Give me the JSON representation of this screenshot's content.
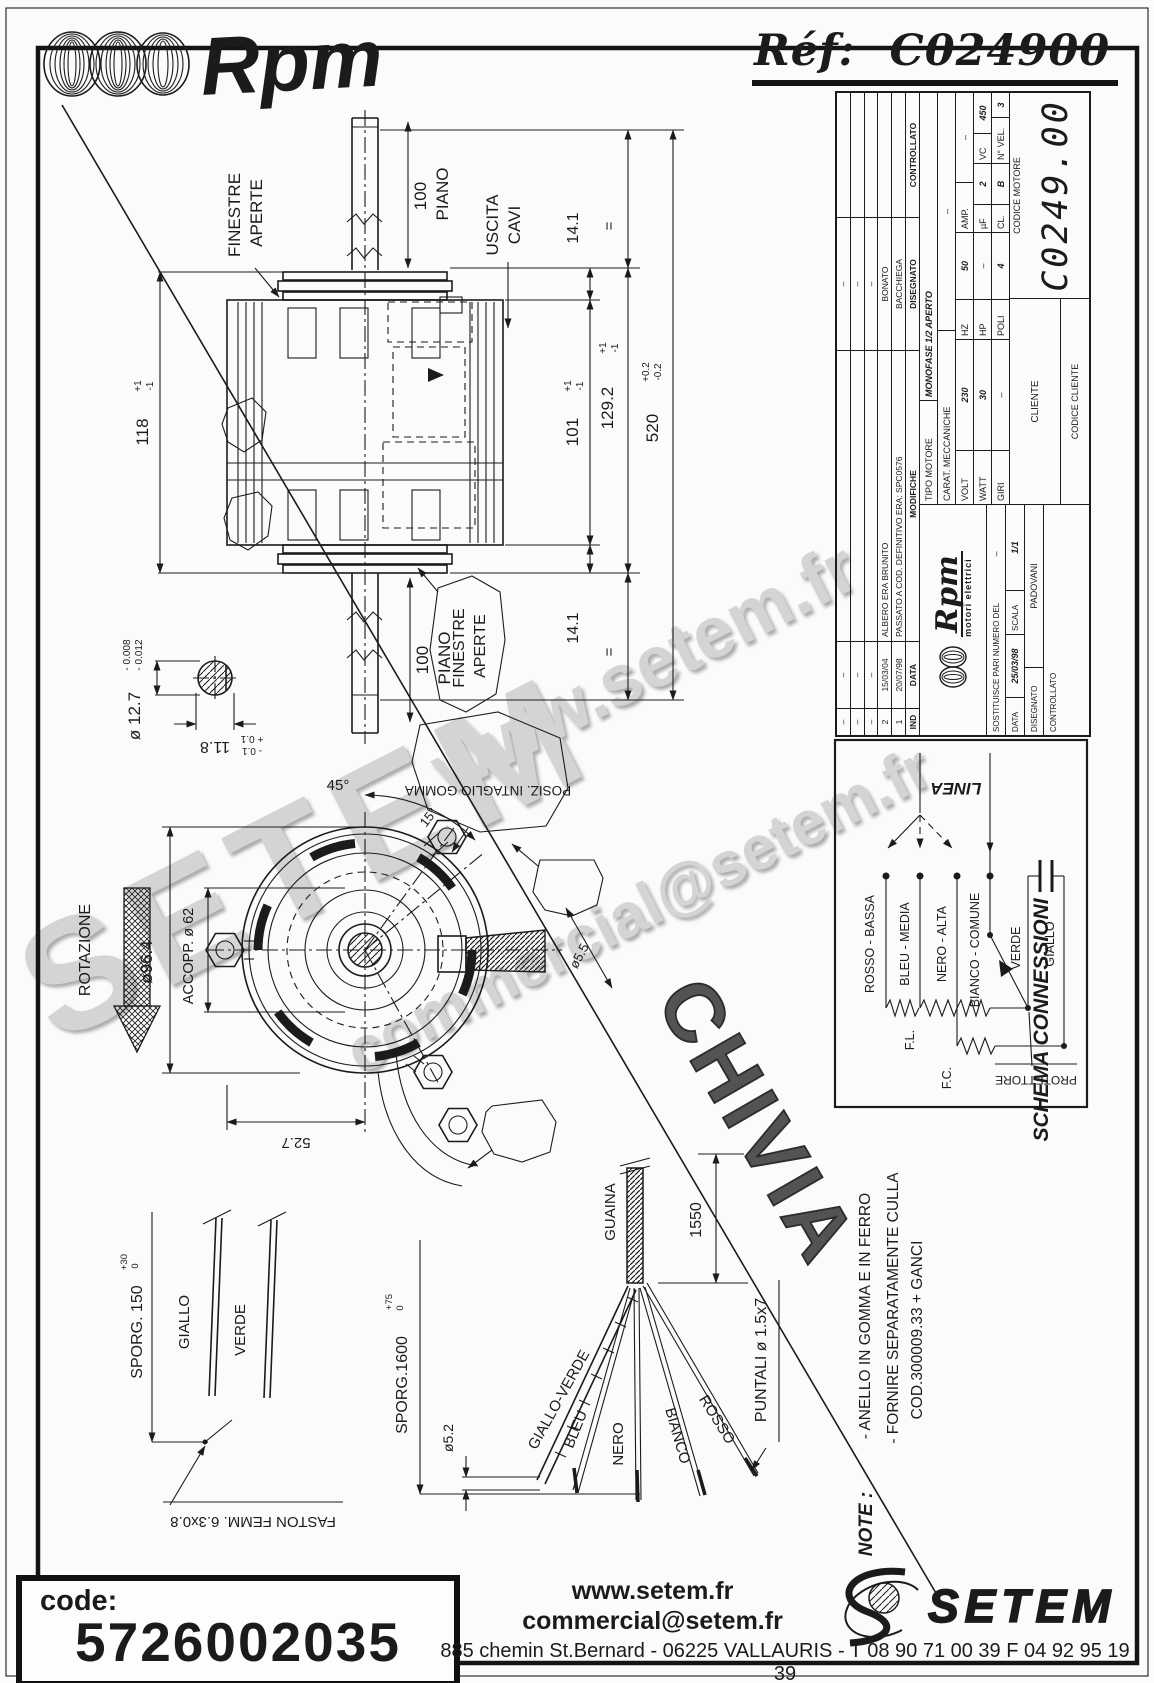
{
  "header": {
    "brand": "Rpm",
    "ref_label": "Réf:",
    "ref_value": "C024900"
  },
  "title_block": {
    "revisions": {
      "col_ind": "IND",
      "col_data": "DATA",
      "col_desc": "MODIFICHE",
      "col_sig1": "DISEGNATO",
      "col_sig2": "CONTROLLATO",
      "rows": [
        {
          "ind": "–",
          "date": "–",
          "desc": "",
          "sig1": "–",
          "sig2": ""
        },
        {
          "ind": "–",
          "date": "–",
          "desc": "",
          "sig1": "–",
          "sig2": ""
        },
        {
          "ind": "–",
          "date": "–",
          "desc": "",
          "sig1": "–",
          "sig2": ""
        },
        {
          "ind": "2",
          "date": "15/03/04",
          "desc": "ALBERO ERA BRUNITO",
          "sig1": "BONATO",
          "sig2": ""
        },
        {
          "ind": "1",
          "date": "20/07/98",
          "desc": "PASSATO A COD. DEFINITIVO ERA: SPC0576",
          "sig1": "BACCHIEGA",
          "sig2": ""
        }
      ]
    },
    "tipo_motore_label": "TIPO MOTORE",
    "tipo_motore_value": "MONOFASE 1/2 APERTO",
    "carat_label": "CARAT. MECCANICHE",
    "carat_value": "–",
    "electrical": {
      "volt_label": "VOLT",
      "volt": "230",
      "hz_label": "HZ",
      "hz": "50",
      "amp_label": "AMP.",
      "amp": "–",
      "watt_label": "WATT",
      "watt": "30",
      "hp_label": "HP",
      "hp": "–",
      "uf_label": "µF",
      "uf": "2",
      "vc_label": "VC",
      "vc": "450",
      "giri_label": "GIRI",
      "giri": "–",
      "poli_label": "POLI",
      "poli": "4",
      "cl_label": "CL.",
      "cl": "B",
      "vel_label": "N° VEL.",
      "vel": "3"
    },
    "logo_text": "Rpm",
    "logo_sub": "motori elettrici",
    "sostituisce_label": "SOSTITUISCE PARI NUMERO DEL",
    "sostituisce_value": "–",
    "data_label": "DATA",
    "data_value": "25/03/98",
    "scala_label": "SCALA",
    "scala_value": "1/1",
    "disegnato_label": "DISEGNATO",
    "disegnato_value": "PADOVANI",
    "controllato_label": "CONTROLLATO",
    "cliente_label": "CLIENTE",
    "codice_cliente_label": "CODICE CLIENTE",
    "codice_motore_label": "CODICE MOTORE",
    "codice_motore_value": "C0249.00"
  },
  "schema": {
    "title": "SCHEMA CONNESSIONI",
    "linea": "LINEA",
    "rosso_bassa": "ROSSO - BASSA",
    "bleu_media": "BLEU - MEDIA",
    "nero_alta": "NERO - ALTA",
    "bianco_comune": "BIANCO - COMUNE",
    "verde": "VERDE",
    "giallo": "GIALLO",
    "fl": "F.L.",
    "fc": "F.C.",
    "protettore": "PROTETTORE"
  },
  "drawing": {
    "finestre1": "FINESTRE",
    "finestre2": "APERTE",
    "uscita1": "USCITA",
    "uscita2": "CAVI",
    "d100": "100",
    "piano": "PIANO",
    "d14_1": "14.1",
    "eq": "=",
    "d101": "101",
    "d129_2": "129.2",
    "d520": "520",
    "tol_p1": "+1",
    "tol_m1": "-1",
    "tol_p02": "+0.2",
    "tol_m02": "-0.2",
    "d118": "118",
    "dia12_7": "ø 12.7",
    "tol_m0008": "- 0.008",
    "tol_m0012": "- 0.012",
    "d11_8": "11.8",
    "tol_p01": "+ 0.1",
    "tol_m01": "- 0.1",
    "rotazione": "ROTAZIONE",
    "dia96_4": "ø96.4",
    "accopp": "ACCOPP. ø 62",
    "deg45": "45°",
    "deg15": "15°",
    "posiz": "POSIZ. INTAGLIO GOMMA",
    "d52_7": "52.7",
    "dia5_5": "ø5.5",
    "sporg150": "SPORG. 150",
    "tol_p30": "+30",
    "tol_0": "0",
    "giallo": "GIALLO",
    "verde": "VERDE",
    "faston": "FASTON FEMM. 6.3x0.8",
    "sporg1600": "SPORG.1600",
    "tol_p75": "+75",
    "dia5_2": "ø5.2",
    "guaina": "GUAINA",
    "d1550": "1550",
    "giallo_verde": "GIALLO-VERDE",
    "bleu": "BLEU",
    "nero": "NERO",
    "bianco": "BIANCO",
    "rosso": "ROSSO",
    "puntali": "PUNTALI ø 1.5x7",
    "note_label": "NOTE :",
    "note1": "- ANELLO IN GOMMA E IN FERRO",
    "note2": "- FORNIRE SEPARATAMENTE CULLA",
    "note3": "COD.300009.33 + GANCI"
  },
  "watermarks": {
    "w1": "www.setem.fr",
    "w2": "SETEM",
    "w3": "commercial@setem.fr",
    "stamp": "CHIVIA"
  },
  "footer": {
    "code_label": "code:",
    "code_value": "5726002035",
    "site": "www.setem.fr",
    "email": "commercial@setem.fr",
    "address": "885 chemin St.Bernard  -  06225 VALLAURIS  -  T 08 90 71 00 39   F 04 92 95 19 39",
    "logo": "SETEM"
  },
  "colors": {
    "ink": "#1b1b1b",
    "watermark": "#d4d4d4",
    "paper": "#fbfbf9"
  }
}
